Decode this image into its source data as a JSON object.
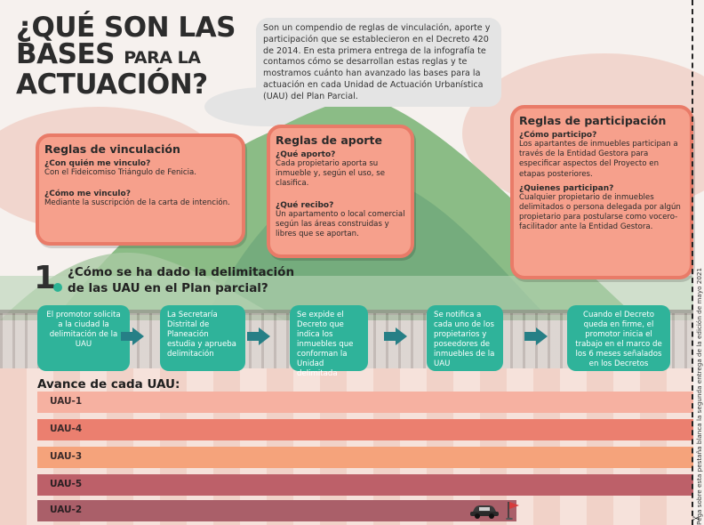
{
  "title": {
    "line1": "¿QUÉ SON LAS",
    "line2_main": "BASES",
    "line2_small": "PARA LA",
    "line3": "ACTUACIÓN?"
  },
  "intro": "Son un compendio de reglas de vinculación, aporte y participación que se establecieron en el Decreto 420 de 2014. En esta primera entrega de la infografía te contamos cómo se desarrollan estas reglas y te mostramos cuánto han avanzado las bases para la actuación en cada Unidad de Actuación Urbanística (UAU) del Plan Parcial.",
  "cards": {
    "vinculacion": {
      "title": "Reglas de vinculación",
      "q1": "¿Con quién me vinculo?",
      "a1": "Con el Fideicomiso Triángulo de Fenicia.",
      "q2": "¿Cómo me vinculo?",
      "a2": "Mediante la suscripción de la carta de intención."
    },
    "aporte": {
      "title": "Reglas de aporte",
      "q1": "¿Qué aporto?",
      "a1": "Cada propietario aporta su inmueble y, según el uso, se clasifica.",
      "q2": "¿Qué recibo?",
      "a2": "Un apartamento o local comercial según las áreas construidas y libres que se aportan."
    },
    "participacion": {
      "title": "Reglas de participación",
      "q1": "¿Cómo participo?",
      "a1": "Los apartantes de inmuebles participan a través de la Entidad Gestora para especificar aspectos del Proyecto en etapas posteriores.",
      "q2": "¿Quienes participan?",
      "a2": "Cualquier propietario de inmuebles delimitados o persona delegada por algún propietario para postularse como vocero-facilitador ante la Entidad Gestora."
    }
  },
  "step": {
    "number": "1",
    "question": "¿Cómo se ha dado la delimitación de las UAU en el Plan parcial?"
  },
  "steps": [
    "El promotor solicita a la ciudad la delimitación de la UAU",
    "La Secretaría Distrital de Planeación estudia y aprueba delimitación",
    "Se expide el Decreto que indica los inmuebles que conforman la Unidad delimitada",
    "Se notifica a cada uno de los propietarios y poseedores de inmuebles de la UAU",
    "Cuando el Decreto queda en firme, el promotor inicia el trabajo en el marco de los 6 meses señalados en los Decretos"
  ],
  "avance": {
    "title": "Avance de cada UAU:",
    "bars": [
      {
        "label": "UAU-1",
        "progress": 1.0,
        "color": "#f6b1a1"
      },
      {
        "label": "UAU-4",
        "progress": 1.0,
        "color": "#eb7f6f"
      },
      {
        "label": "UAU-3",
        "progress": 1.0,
        "color": "#f5a37b"
      },
      {
        "label": "UAU-5",
        "progress": 1.0,
        "color": "#bd6069"
      },
      {
        "label": "UAU-2",
        "progress": 0.73,
        "color": "#aa5f69"
      }
    ]
  },
  "side_note": "Pega sobre esta pestaña blanca la segunda entrega de la edición de mayo 2021",
  "colors": {
    "accent_teal": "#2fb39a",
    "card_fill": "#f6a08c",
    "card_border": "#e97b68",
    "arrow": "#267f86"
  }
}
